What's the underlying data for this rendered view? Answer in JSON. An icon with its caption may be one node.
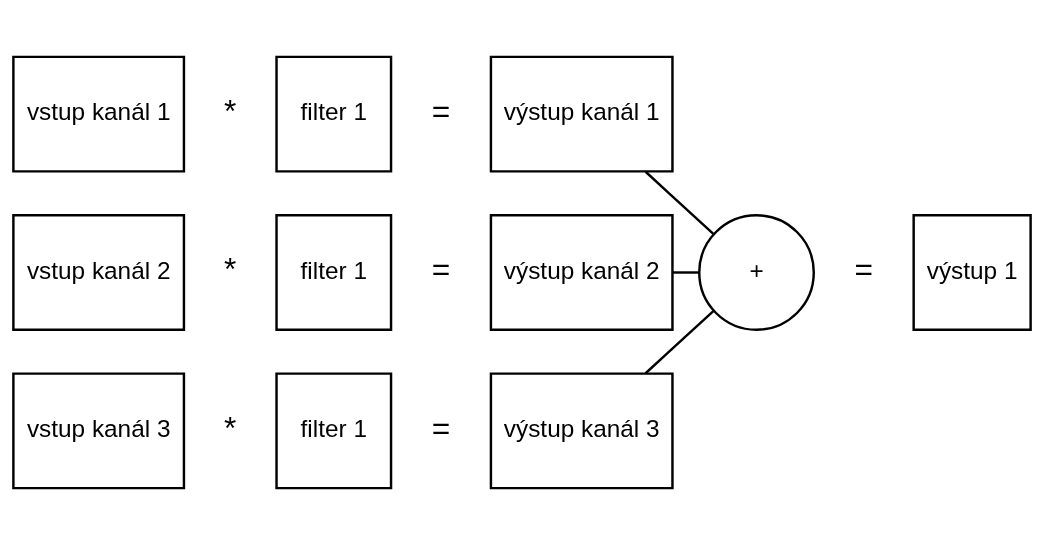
{
  "diagram": {
    "nodes": [
      {
        "text": [
          "vstup kanál 1"
        ]
      },
      {
        "text": [
          "filter 1"
        ]
      },
      {
        "text": [
          "výstup kanál 1"
        ]
      },
      {
        "text": [
          "vstup kanál 2"
        ]
      },
      {
        "text": [
          "filter 1"
        ]
      },
      {
        "text": [
          "výstup kanál 2"
        ]
      },
      {
        "text": [
          "vstup kanál 3"
        ]
      },
      {
        "text": [
          "filter 1"
        ]
      },
      {
        "text": [
          "výstup kanál 3"
        ]
      },
      {
        "text": [
          "+"
        ]
      },
      {
        "text": [
          "výstup 1"
        ]
      }
    ],
    "edges": [
      {
        "from": 2,
        "to": 9,
        "arrow": "none"
      },
      {
        "from": 5,
        "to": 9,
        "arrow": "none"
      },
      {
        "from": 8,
        "to": 9,
        "arrow": "none"
      }
    ],
    "labels": [
      "*",
      "=",
      "*",
      "=",
      "=",
      "*",
      "="
    ]
  }
}
